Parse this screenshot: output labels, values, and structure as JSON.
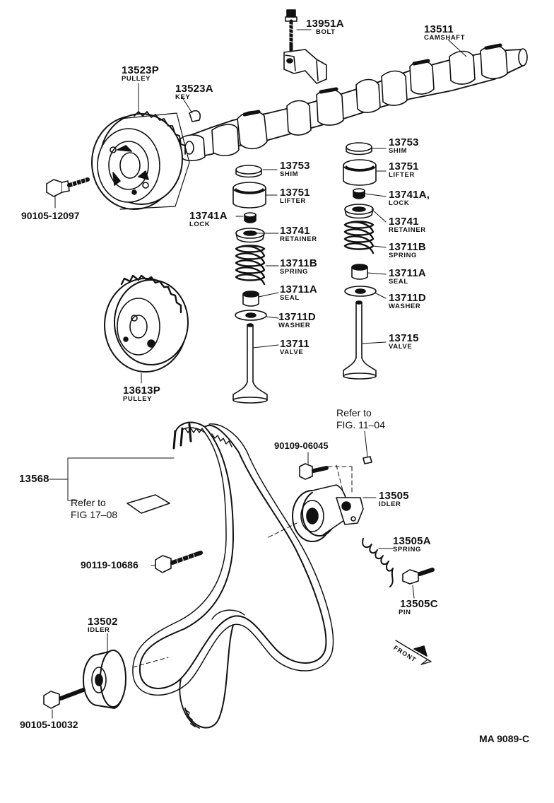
{
  "labels": {
    "bolt_13951a": {
      "number": "13951A",
      "name": "BOLT"
    },
    "camshaft_13511": {
      "number": "13511",
      "name": "CAMSHAFT"
    },
    "pulley_13523p": {
      "number": "13523P",
      "name": "PULLEY"
    },
    "key_13523a": {
      "number": "13523A",
      "name": "KEY"
    },
    "bolt_90105_12097": {
      "number": "90105-12097"
    },
    "shim_13753_left": {
      "number": "13753",
      "name": "SHIM"
    },
    "lifter_13751_left": {
      "number": "13751",
      "name": "LIFTER"
    },
    "lock_13741a_left": {
      "number": "13741A",
      "name": "LOCK"
    },
    "retainer_13741_left": {
      "number": "13741",
      "name": "RETAINER"
    },
    "spring_13711b_left": {
      "number": "13711B",
      "name": "SPRING"
    },
    "seal_13711a_left": {
      "number": "13711A",
      "name": "SEAL"
    },
    "washer_13711d_left": {
      "number": "13711D",
      "name": "WASHER"
    },
    "valve_13711": {
      "number": "13711",
      "name": "VALVE"
    },
    "shim_13753_right": {
      "number": "13753",
      "name": "SHIM"
    },
    "lifter_13751_right": {
      "number": "13751",
      "name": "LIFTER"
    },
    "lock_13741a_right": {
      "number": "13741A,",
      "name": "LOCK"
    },
    "retainer_13741_right": {
      "number": "13741",
      "name": "RETAINER"
    },
    "spring_13711b_right": {
      "number": "13711B",
      "name": "SPRING"
    },
    "seal_13711a_right": {
      "number": "13711A",
      "name": "SEAL"
    },
    "washer_13711d_right": {
      "number": "13711D",
      "name": "WASHER"
    },
    "valve_13715": {
      "number": "13715",
      "name": "VALVE"
    },
    "pulley_13613p": {
      "number": "13613P",
      "name": "PULLEY"
    },
    "refer_fig_11_04": {
      "line1": "Refer to",
      "line2": "FIG. 11–04"
    },
    "bolt_90109_06045": {
      "number": "90109-06045"
    },
    "belt_13568": {
      "number": "13568"
    },
    "refer_fig_17_08": {
      "line1": "Refer to",
      "line2": "FIG 17–08"
    },
    "idler_13505": {
      "number": "13505",
      "name": "IDLER"
    },
    "spring_13505a": {
      "number": "13505A",
      "name": "SPRING"
    },
    "bolt_90119_10686": {
      "number": "90119-10686"
    },
    "pin_13505c": {
      "number": "13505C",
      "name": "PIN"
    },
    "idler_13502": {
      "number": "13502",
      "name": "IDLER"
    },
    "bolt_90105_10032": {
      "number": "90105-10032"
    },
    "front_arrow": {
      "text": "FRONT"
    },
    "drawing_code": {
      "text": "MA 9089-C"
    }
  },
  "colors": {
    "ink": "#111111",
    "paper": "#ffffff"
  }
}
